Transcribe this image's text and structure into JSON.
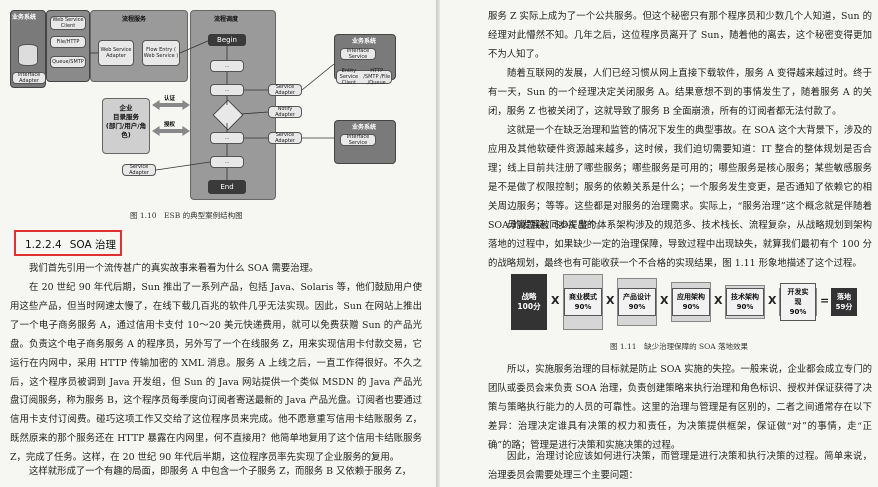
{
  "diagram": {
    "left_system_title": "业务系统",
    "left_system_items": [
      "Web Service Client",
      "File/HTTP",
      "Queue/SMTP"
    ],
    "left_adapter": "Interface Adapter",
    "flow_service_title": "流程服务",
    "flow_items": [
      "Web Service Adapter",
      "Flow Entry ( Web Service )"
    ],
    "flow_schedule_title": "流程调度",
    "begin": "Begin",
    "end": "End",
    "ellipsis": "...",
    "enterprise_lines": [
      "企业",
      "目录服务",
      "(部门/用户/角色)"
    ],
    "auth_label": "认证",
    "authz_label": "授权",
    "adapters": [
      "Service Adapter",
      "Notify Adapter",
      "Service Adapter",
      "Service Adapter"
    ],
    "right_system_title": "业务系统",
    "right_interface": "Interface Service",
    "right_bottom_label": "Entity Service Client",
    "right_bottom_sub": "HTTP /SMTP /File /Queue",
    "right_system2_title": "业务系统",
    "right_interface2": "Interface Service"
  },
  "fig110_caption": "图 1.10　ESB 的典型案例结构图",
  "section": {
    "number": "1.2.2.4",
    "title": "SOA 治理"
  },
  "left_paragraphs": [
    "我们首先引用一个流传甚广的真实故事来看看为什么 SOA 需要治理。",
    "在 20 世纪 90 年代后期，Sun 推出了一系列产品，包括 Java、Solaris 等，他们鼓励用户使用这些产品，但当时网速太慢了，在线下载几百兆的软件几乎无法实现。因此，Sun 在网站上推出了一个电子商务服务 A，通过信用卡支付 10～20 美元快递费用，就可以免费获赠 Sun 的产品光盘。负责这个电子商务服务 A 的程序员，另外写了一个在线服务 Z，用来实现信用卡付款交易，它运行在内网中，采用 HTTP 传输加密的 XML 消息。服务 A 上线之后，一直工作得很好。不久之后，这个程序员被调到 Java 开发组，但 Sun 的 Java 网站提供一个类似 MSDN 的 Java 产品光盘订阅服务，称为服务 B，这个程序员每季度向订阅者寄送最新的 Java 产品光盘。订阅者也要通过信用卡支付订阅费。碰巧这项工作又交给了这位程序员来完成。他不愿意重写信用卡结账服务 Z，既然原来的那个服务还在 HTTP 暴露在内网里，何不直接用？他简单地复用了这个信用卡结账服务 Z，完成了任务。这样，在 20 世纪 90 年代后半期，这位程序员率先实现了企业服务的复用。",
    "这样就形成了一个有趣的局面，即服务 A 中包含一个子服务 Z，而服务 B 又依赖于服务 Z，"
  ],
  "right_paragraphs": [
    "服务 Z 实际上成为了一个公共服务。但这个秘密只有那个程序员和少数几个人知道，Sun 的经理对此懵然不知。几年之后，这位程序员离开了 Sun，随着他的离去，这个秘密变得更加不为人知了。",
    "随着互联网的发展，人们已经习惯从网上直接下载软件，服务 A 变得越来越过时。终于有一天，Sun 的一个经理决定关闭服务 A。结果意想不到的事情发生了，随着服务 A 的关闭，服务 Z 也被关闭了，这就导致了服务 B 全面崩溃，所有的订阅者都无法付款了。",
    "这就是一个在缺乏治理和监管的情况下发生的典型事故。在 SOA 这个大背景下，涉及的应用及其他软硬件资源越来越多，这时候，我们迫切需要知道：IT 整合的整体规划是否合理；线上目前共注册了哪些服务；哪些服务是可用的；哪些服务是核心服务；某些敏感服务是不是做了权限控制；服务的依赖关系是什么；一个服务发生变更，是否通知了依赖它的相关周边服务；等等。这些都是对服务的治理需求。实际上，“服务治理”这个概念就是伴随着 SOA 的发展被同步提出的。",
    "毋庸置疑，SOA 整个体系架构涉及的规范多、技术栈长、流程复杂，从战略规划到架构落地的过程中，如果缺少一定的治理保障，导致过程中出现缺失，就算我们最初有个 100 分的战略规划，最终也有可能收获一个不合格的实现结果，图 1.11 形象地描述了这个过程。",
    "所以，实施服务治理的目标就是防止 SOA 实施的失控。一般来说，企业都会成立专门的团队或委员会来负责 SOA 治理，负责创建策略来执行治理和角色标识、授权并保证获得了决策与策略执行能力的人员的可靠性。这里的治理与管理是有区别的，二者之间通常存在以下差异：治理决定谁具有决策的权力和责任，为决策提供框架，保证做“对”的事情，走“正确”的路；管理是进行决策和实施决策的过程。",
    "因此，治理讨论应该如何进行决策，而管理是进行决策和执行决策的过程。简单来说，治理委员会需要处理三个主要问题："
  ],
  "funnel": {
    "start": [
      "战略",
      "100分"
    ],
    "stages": [
      [
        "商业模式",
        "90%"
      ],
      [
        "产品设计",
        "90%"
      ],
      [
        "应用架构",
        "90%"
      ],
      [
        "技术架构",
        "90%"
      ],
      [
        "开发实现",
        "90%"
      ]
    ],
    "multiply": "X",
    "equals": "=",
    "result": [
      "落地",
      "59分"
    ]
  },
  "fig111_caption": "图 1.11　缺少治理保障的 SOA 落地效果"
}
